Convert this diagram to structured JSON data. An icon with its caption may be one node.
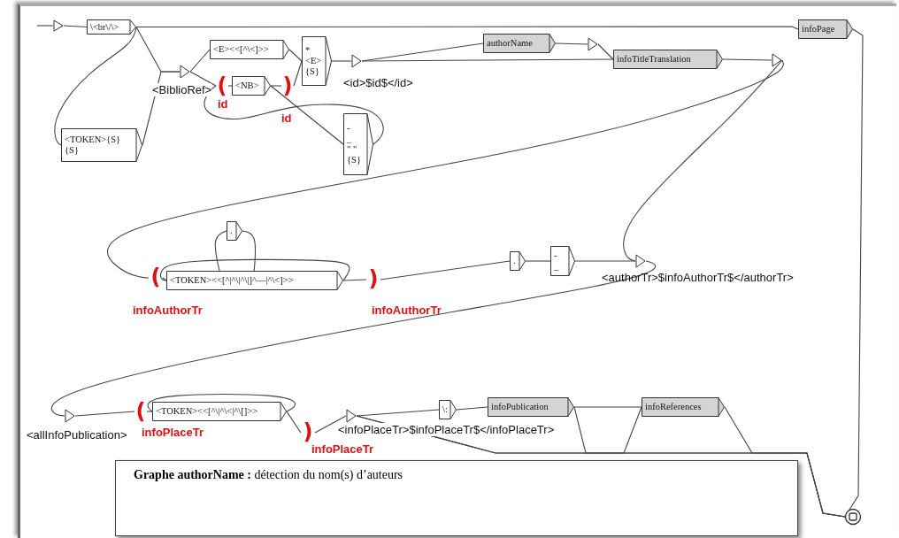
{
  "diagram": {
    "nodes": [
      {
        "text": [],
        "shape": "triangle"
      },
      {
        "text": [
          "\\<br\\/\\>"
        ]
      },
      {
        "text": [
          "<TOKEN>{S}",
          "{S}"
        ]
      },
      {
        "text": [],
        "shape": "triangle",
        "beside": [
          "<BiblioRef>"
        ]
      },
      {
        "text": [
          "<E><<[^\\<]>>"
        ]
      },
      {
        "text": [
          "("
        ],
        "beside": [
          "id"
        ]
      },
      {
        "text": [
          "<NB>"
        ]
      },
      {
        "text": [
          ")"
        ],
        "beside": [
          "id"
        ]
      },
      {
        "text": [
          "*",
          "<E>",
          "{S}"
        ]
      },
      {
        "text": [
          "-",
          "_",
          "\" \"",
          "{S}"
        ]
      },
      {
        "text": [],
        "shape": "triangle",
        "beside": [
          "<id>$id$</id>"
        ]
      },
      {
        "text": [
          "authorName"
        ]
      },
      {
        "text": [],
        "shape": "triangle"
      },
      {
        "text": [
          "infoTitleTranslation"
        ]
      },
      {
        "text": [],
        "shape": "triangle"
      },
      {
        "text": [
          "infoPage"
        ]
      },
      {
        "text": [
          "("
        ],
        "beside": [
          "infoAuthorTr"
        ]
      },
      {
        "text": [
          "."
        ]
      },
      {
        "text": [
          "<TOKEN><<[^|^\\|^\\|]^—|^\\<]>>"
        ]
      },
      {
        "text": [
          ")"
        ],
        "beside": [
          "infoAuthorTr"
        ]
      },
      {
        "text": [
          "."
        ]
      },
      {
        "text": [
          "-",
          "_"
        ]
      },
      {
        "text": [],
        "shape": "triangle",
        "beside": [
          "<authorTr>$infoAuthorTr$</authorTr>"
        ]
      },
      {
        "text": [],
        "shape": "triangle",
        "beside": [
          "<allInfoPublication>"
        ]
      },
      {
        "text": [
          "("
        ],
        "beside": [
          "infoPlaceTr"
        ]
      },
      {
        "text": [
          "<TOKEN><<[^\\|^\\<|^\\[]>>"
        ]
      },
      {
        "text": [
          ")"
        ],
        "beside": [
          "infoPlaceTr"
        ]
      },
      {
        "text": [],
        "shape": "triangle",
        "beside": [
          "<infoPlaceTr>$infoPlaceTr$</infoPlaceTr>"
        ]
      },
      {
        "text": [
          "\\:"
        ]
      },
      {
        "text": [
          "infoPublication"
        ]
      },
      {
        "text": [
          "infoReferences"
        ]
      },
      {
        "text": [],
        "shape": "circle"
      },
      {
        "text": [
          "**Graphe authorName :** détection du nom(s) d’auteurs"
        ]
      }
    ],
    "edges": [
      {
        "from": null,
        "to": 0,
        "arrow": "none"
      },
      {
        "from": 0,
        "to": 1,
        "arrow": "none"
      },
      {
        "from": 1,
        "to": 15,
        "arrow": "none"
      },
      {
        "from": 1,
        "to": 2,
        "arrow": "none"
      },
      {
        "from": 1,
        "to": 3,
        "arrow": "none"
      },
      {
        "from": 2,
        "to": 3,
        "arrow": "none"
      },
      {
        "from": 3,
        "to": 4,
        "arrow": "none"
      },
      {
        "from": 3,
        "to": 5,
        "arrow": "none"
      },
      {
        "from": 5,
        "to": 6,
        "arrow": "none"
      },
      {
        "from": 6,
        "to": 7,
        "arrow": "none"
      },
      {
        "from": 6,
        "to": 9,
        "arrow": "none"
      },
      {
        "from": 9,
        "to": 5,
        "arrow": "none"
      },
      {
        "from": 4,
        "to": 8,
        "arrow": "none"
      },
      {
        "from": 7,
        "to": 8,
        "arrow": "none"
      },
      {
        "from": 8,
        "to": 10,
        "arrow": "none"
      },
      {
        "from": 10,
        "to": 11,
        "arrow": "none"
      },
      {
        "from": 10,
        "to": 13,
        "arrow": "none"
      },
      {
        "from": 11,
        "to": 12,
        "arrow": "none"
      },
      {
        "from": 12,
        "to": 13,
        "arrow": "none"
      },
      {
        "from": 13,
        "to": 14,
        "arrow": "none"
      },
      {
        "from": 15,
        "to": 31,
        "arrow": "none"
      },
      {
        "from": 14,
        "to": 16,
        "arrow": "none"
      },
      {
        "from": 14,
        "to": 22,
        "arrow": "none"
      },
      {
        "from": 16,
        "to": 18,
        "arrow": "none"
      },
      {
        "from": 18,
        "to": 17,
        "arrow": "none"
      },
      {
        "from": 17,
        "to": 18,
        "arrow": "none"
      },
      {
        "from": 18,
        "to": 18,
        "arrow": "none"
      },
      {
        "from": 18,
        "to": 19,
        "arrow": "none"
      },
      {
        "from": 19,
        "to": 20,
        "arrow": "none"
      },
      {
        "from": 20,
        "to": 21,
        "arrow": "none"
      },
      {
        "from": 21,
        "to": 22,
        "arrow": "none"
      },
      {
        "from": 22,
        "to": 23,
        "arrow": "none"
      },
      {
        "from": 23,
        "to": 24,
        "arrow": "none"
      },
      {
        "from": 24,
        "to": 25,
        "arrow": "none"
      },
      {
        "from": 25,
        "to": 25,
        "arrow": "none"
      },
      {
        "from": 25,
        "to": 26,
        "arrow": "none"
      },
      {
        "from": 26,
        "to": 27,
        "arrow": "none"
      },
      {
        "from": 27,
        "to": 28,
        "arrow": "none"
      },
      {
        "from": 28,
        "to": 29,
        "arrow": "none"
      },
      {
        "from": 29,
        "to": 30,
        "arrow": "none"
      },
      {
        "from": 27,
        "to": 31,
        "arrow": "none"
      },
      {
        "from": 29,
        "to": 31,
        "arrow": "none"
      },
      {
        "from": 30,
        "to": 31,
        "arrow": "none"
      },
      {
        "from": 27,
        "to": 30,
        "arrow": "none"
      }
    ]
  }
}
